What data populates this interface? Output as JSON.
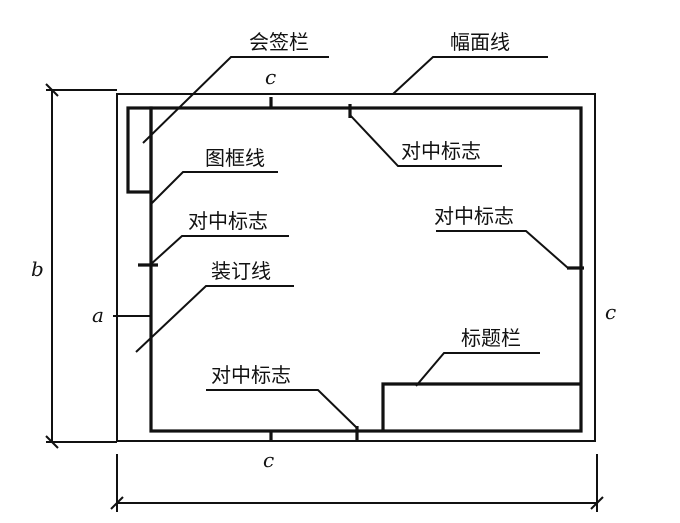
{
  "labels": {
    "countersign_bar": "会签栏",
    "sheet_edge_line": "幅面线",
    "frame_line": "图框线",
    "centering_mark_left": "对中标志",
    "binding_line": "装订线",
    "centering_mark_top": "对中标志",
    "centering_mark_right": "对中标志",
    "title_block": "标题栏",
    "centering_mark_bottom": "对中标志"
  },
  "dimensions": {
    "c_top": "c",
    "c_right": "c",
    "c_bottom": "c",
    "a": "a",
    "b": "b"
  }
}
